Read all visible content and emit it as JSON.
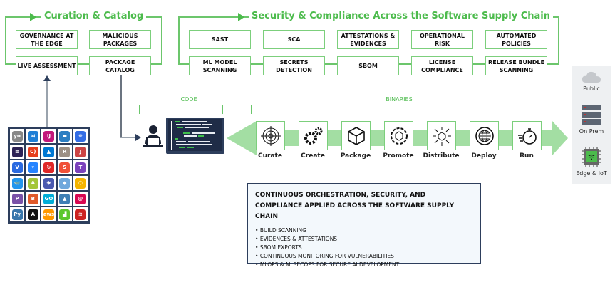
{
  "curation": {
    "title": "Curation & Catalog",
    "items": [
      "GOVERNANCE AT THE EDGE",
      "MALICIOUS PACKAGES",
      "LIVE ASSESSMENT",
      "PACKAGE CATALOG"
    ]
  },
  "security": {
    "title": "Security & Compliance Across the Software Supply Chain",
    "items": [
      "SAST",
      "SCA",
      "ATTESTATIONS & EVIDENCES",
      "OPERATIONAL RISK",
      "AUTOMATED POLICIES",
      "ML MODEL SCANNING",
      "SECRETS DETECTION",
      "SBOM",
      "LICENSE COMPLIANCE",
      "RELEASE BUNDLE SCANNING"
    ]
  },
  "code_label": "CODE",
  "binaries_label": "BINARIES",
  "stages": [
    {
      "label": "Curate",
      "icon": "target-icon"
    },
    {
      "label": "Create",
      "icon": "gears-icon"
    },
    {
      "label": "Package",
      "icon": "box-icon"
    },
    {
      "label": "Promote",
      "icon": "promote-icon"
    },
    {
      "label": "Distribute",
      "icon": "distribute-icon"
    },
    {
      "label": "Deploy",
      "icon": "globe-icon"
    },
    {
      "label": "Run",
      "icon": "stopwatch-icon"
    }
  ],
  "targets": [
    {
      "label": "Public",
      "icon": "cloud-icon"
    },
    {
      "label": "On Prem",
      "icon": "server-icon"
    },
    {
      "label": "Edge & IoT",
      "icon": "chip-icon"
    }
  ],
  "note": {
    "title": "CONTINUOUS ORCHESTRATION, SECURITY, AND COMPLIANCE APPLIED ACROSS THE SOFTWARE SUPPLY CHAIN",
    "items": [
      "BUILD SCANNING",
      "EVIDENCES & ATTESTATIONS",
      "SBOM EXPORTS",
      "CONTINUOUS MONITORING FOR VULNERABILITIES",
      "MLOPS & MLSECOPS FOR SECURE AI DEVELOPMENT"
    ]
  },
  "colors": {
    "green": "#4cbb4c",
    "arrow": "#a3dea3",
    "navy": "#2d3e5c"
  },
  "logos": [
    {
      "name": "yocto",
      "color": "#888",
      "g": "yo"
    },
    {
      "name": "vscode",
      "color": "#1f7fd6",
      "g": "⋈"
    },
    {
      "name": "intellij",
      "color": "#c2187b",
      "g": "IJ"
    },
    {
      "name": "rancher",
      "color": "#2b7ec2",
      "g": "▬"
    },
    {
      "name": "kubernetes",
      "color": "#326ce5",
      "g": "✵"
    },
    {
      "name": "eclipse",
      "color": "#2c2255",
      "g": "≡"
    },
    {
      "name": "conan",
      "color": "#e53e1d",
      "g": "C)"
    },
    {
      "name": "azure",
      "color": "#0078d4",
      "g": "▲"
    },
    {
      "name": "rust",
      "color": "#9d9085",
      "g": "R"
    },
    {
      "name": "jenkins",
      "color": "#c44",
      "g": "J"
    },
    {
      "name": "vue",
      "color": "#2b6ae0",
      "g": "V"
    },
    {
      "name": "bitbucket",
      "color": "#2684ff",
      "g": "▾"
    },
    {
      "name": "openshift",
      "color": "#e02828",
      "g": "↻"
    },
    {
      "name": "swift",
      "color": "#f05138",
      "g": "S"
    },
    {
      "name": "terraform",
      "color": "#7b42bc",
      "g": "T"
    },
    {
      "name": "docker",
      "color": "#2496ed",
      "g": "🐳"
    },
    {
      "name": "android",
      "color": "#a4c639",
      "g": "A"
    },
    {
      "name": "helm",
      "color": "#4a5ab0",
      "g": "⎈"
    },
    {
      "name": "cube",
      "color": "#6fa8dc",
      "g": "◆"
    },
    {
      "name": "gcp",
      "color": "#f4b400",
      "g": "⬡"
    },
    {
      "name": "chocolatey",
      "color": "#7a52a8",
      "g": "P"
    },
    {
      "name": "bird",
      "color": "#e05a2b",
      "g": "B"
    },
    {
      "name": "go",
      "color": "#00add8",
      "g": "GO"
    },
    {
      "name": "mountain",
      "color": "#3f7fb5",
      "g": "▲"
    },
    {
      "name": "debian",
      "color": "#d70751",
      "g": "@"
    },
    {
      "name": "python",
      "color": "#3776ab",
      "g": "Py"
    },
    {
      "name": "ansible",
      "color": "#111",
      "g": "A"
    },
    {
      "name": "aws",
      "color": "#f90",
      "g": "aws"
    },
    {
      "name": "stairs",
      "color": "#5cc72e",
      "g": "▟"
    },
    {
      "name": "scala",
      "color": "#c22",
      "g": "≋"
    }
  ]
}
